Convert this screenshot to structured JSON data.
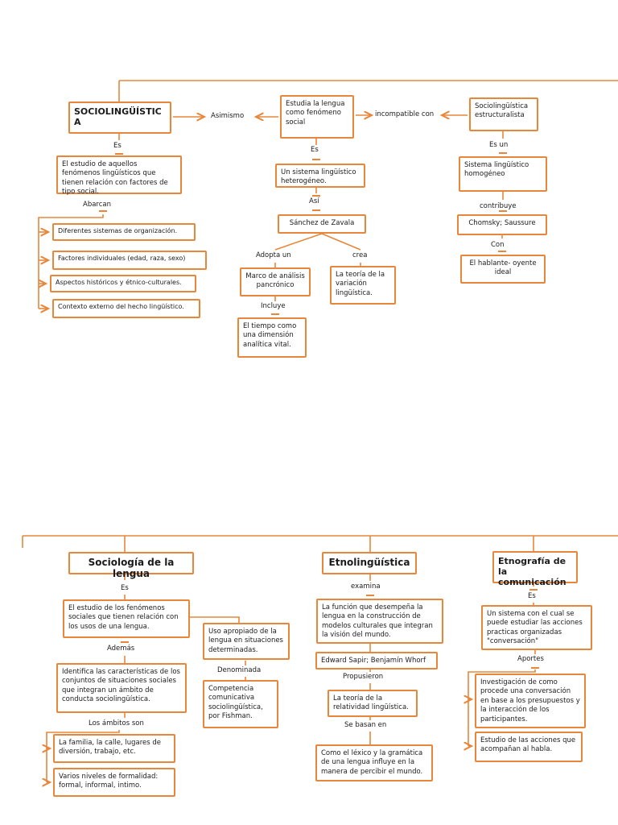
{
  "accent": "#E8873B",
  "top": {
    "root": "SOCIOLINGÜÍSTICA",
    "asimismo": "Asimismo",
    "estudia": "Estudia la lengua como fenómeno social",
    "incompatible": "incompatible con",
    "estructuralista": "Sociolingüística estructuralista",
    "es1": "Es",
    "estudio": "El estudio de aquellos fenómenos lingüísticos que tienen relación con factores de tipo social.",
    "abarcan": "Abarcan",
    "abarcan_items": [
      "Diferentes sistemas de organización.",
      "Factores individuales (edad, raza, sexo)",
      "Aspectos históricos y étnico-culturales.",
      "Contexto externo del hecho lingüístico."
    ],
    "es2": "Es",
    "heterogeneo": "Un sistema lingüístico heterogéneo.",
    "asi": "Así",
    "sanchez": "Sánchez de Zavala",
    "adopta": "Adopta un",
    "marco": "Marco de análisis pancrónico",
    "incluye": "Incluye",
    "tiempo": "El tiempo como una dimensión analítica vital.",
    "crea": "crea",
    "teoria_variacion": "La teoría de la variación lingüística.",
    "es_un": "Es un",
    "homogeneo": "Sistema lingüístico homogéneo",
    "contribuye": "contribuye",
    "chomsky": "Chomsky; Saussure",
    "con": "Con",
    "hablante": "El hablante- oyente ideal"
  },
  "bottom": {
    "sociologia": "Sociología de la lengua",
    "es1": "Es",
    "estudio_social": "El estudio de los fenómenos sociales que tienen relación con los usos de una lengua.",
    "ademas": "Además",
    "identifica": "Identifica las características de los conjuntos de situaciones sociales que integran un ámbito de conducta sociolingüística.",
    "ambitos": "Los ámbitos son",
    "ambitos_items": [
      "La familia, la calle, lugares de diversión, trabajo, etc.",
      "Varios niveles de formalidad: formal, informal, intimo."
    ],
    "uso": "Uso apropiado de la lengua en situaciones determinadas.",
    "denominada": "Denominada",
    "competencia": "Competencia comunicativa sociolingüística, por Fishman.",
    "etnolinguistica": "Etnolingüística",
    "examina": "examina",
    "funcion": "La función que desempeña la lengua en la construcción de modelos culturales que integran la visión del mundo.",
    "sapir": "Edward Sapir; Benjamín Whorf",
    "propusieron": "Propusieron",
    "relatividad": "La teoría de la relatividad lingüística.",
    "sebasan": "Se basan en",
    "lexico": "Como el léxico y la gramática de una lengua influye en la manera de percibir el mundo.",
    "etnografia": "Etnografía de la comunicación",
    "es2": "Es",
    "sistema_conv": "Un sistema con el cual se puede estudiar las acciones practicas organizadas \"conversación\"",
    "aportes": "Aportes",
    "aportes_items": [
      "Investigación de como procede una conversación en base a los presupuestos y la interacción de los participantes.",
      "Estudio de las acciones que acompañan al habla."
    ]
  }
}
